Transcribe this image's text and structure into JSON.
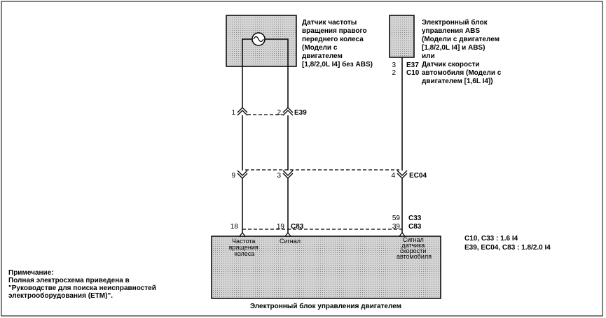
{
  "sensor_label": [
    "Датчик частоты",
    "вращения правого",
    "переднего колеса",
    "(Модели с",
    "двигателем",
    "[1,8/2,0L I4] без ABS)"
  ],
  "abs_label": [
    "Электронный блок",
    "управления ABS",
    "(Модели с двигателем",
    "[1,8/2,0L I4] и ABS)",
    "или",
    "Датчик скорости",
    "автомобиля (Модели с",
    "двигателем [1,6L I4])"
  ],
  "abs_pins": {
    "e37_pin": "3",
    "e37_code": "E37",
    "c10_pin": "2",
    "c10_code": "C10"
  },
  "connector_e39": {
    "pin1": "1",
    "pin2": "2",
    "code": "E39"
  },
  "connector_ec04": {
    "pin_a": "9",
    "pin_b": "3",
    "pin_c": "4",
    "code": "EC04"
  },
  "connector_c33_c83": {
    "c33_pin": "59",
    "c33_code": "C33",
    "c83_pin": "39",
    "c83_code": "C83"
  },
  "ecu_pins": {
    "pin_a": "18",
    "pin_b": "19",
    "code": "C83"
  },
  "ecu_signals": {
    "wheel_speed": [
      "Частота",
      "вращения",
      "колеса"
    ],
    "signal": [
      "Сигнал"
    ],
    "vehicle_speed": [
      "Сигнал",
      "датчика",
      "скорости",
      "автомобиля"
    ]
  },
  "ecu_title": "Электронный блок управления двигателем",
  "legend": [
    "C10, C33 : 1.6 I4",
    "E39, EC04, C83 : 1.8/2.0 I4"
  ],
  "note": [
    "Примечание:",
    "Полная электросхема приведена в",
    "\"Руководстве для поиска неисправностей",
    "электрооборудования (ETM)\"."
  ]
}
